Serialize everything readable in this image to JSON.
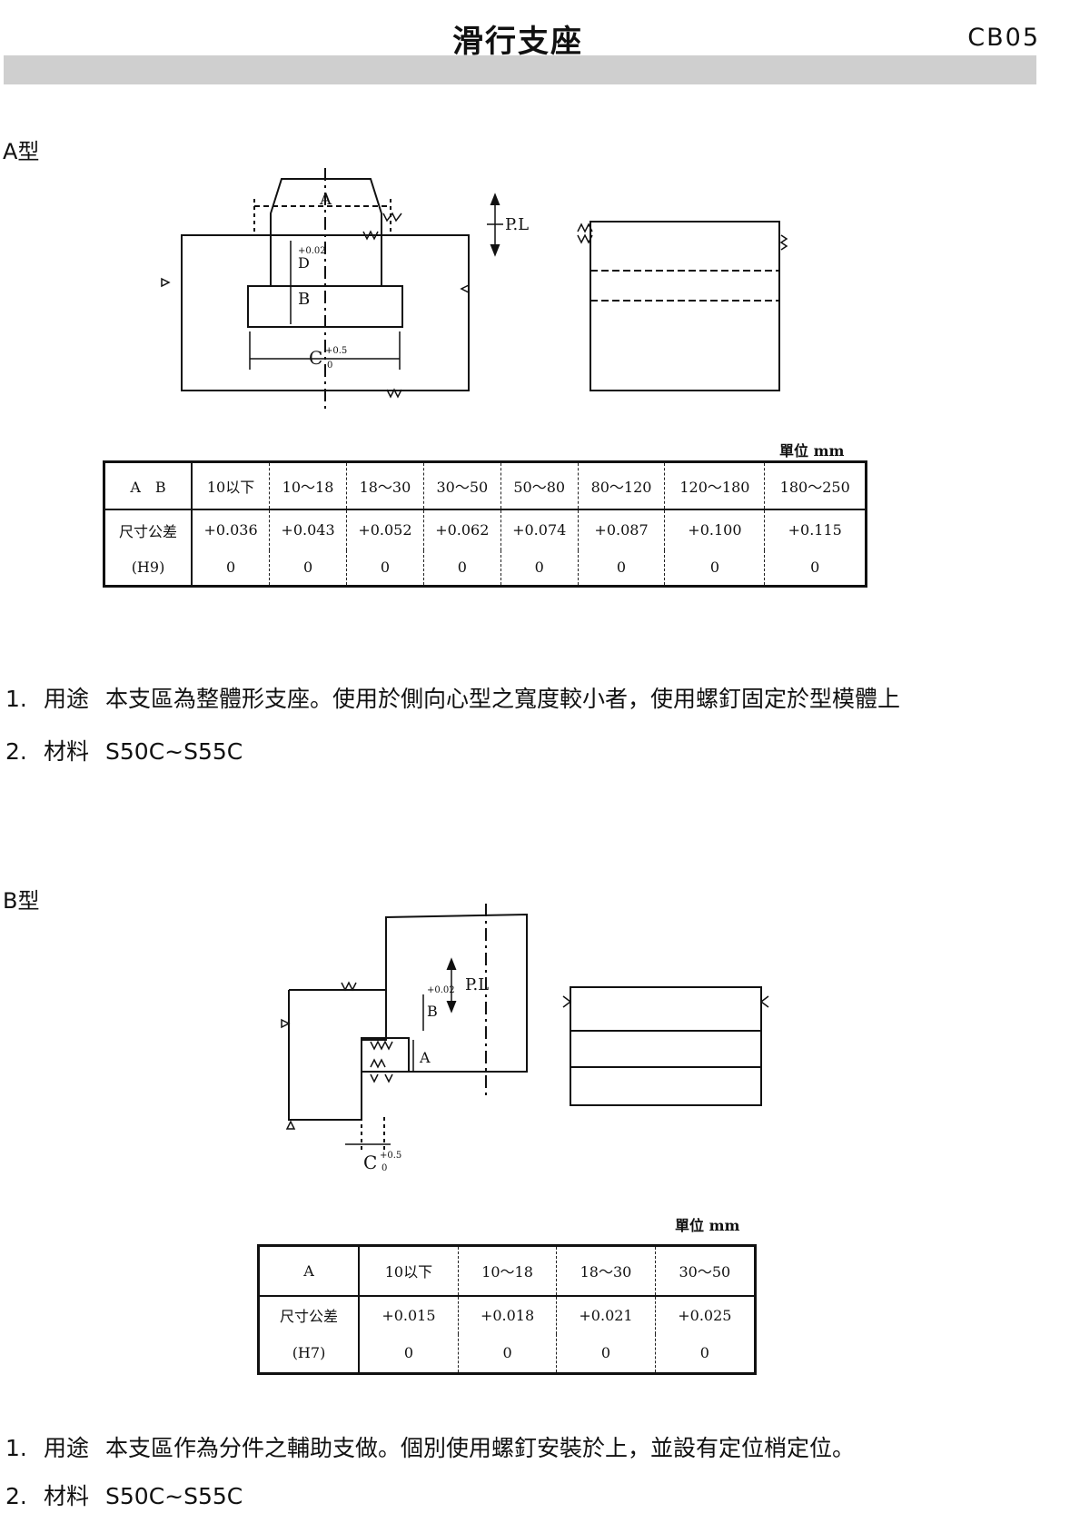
{
  "header": {
    "title": "滑行支座",
    "code": "CB05"
  },
  "section_a": {
    "label": "A型",
    "drawing": {
      "dim_a": "A",
      "dim_b": "B",
      "dim_d": "D",
      "tol_d": "+0.02",
      "dim_c": "C",
      "tol_c_upper": "+0.5",
      "tol_c_lower": "0",
      "parting_line": "P.L"
    },
    "unit": "單位 mm",
    "table": {
      "header": [
        "A　B",
        "10以下",
        "10～18",
        "18～30",
        "30～50",
        "50～80",
        "80～120",
        "120～180",
        "180～250"
      ],
      "row_label_1": "尺寸公差",
      "row_label_2": "(H9)",
      "upper": [
        "+0.036",
        "+0.043",
        "+0.052",
        "+0.062",
        "+0.074",
        "+0.087",
        "+0.100",
        "+0.115"
      ],
      "lower": [
        "0",
        "0",
        "0",
        "0",
        "0",
        "0",
        "0",
        "0"
      ]
    },
    "notes": [
      {
        "num": "1.",
        "key": "用途",
        "text": "本支區為整體形支座。使用於側向心型之寬度較小者，使用螺釘固定於型模體上"
      },
      {
        "num": "2.",
        "key": "材料",
        "text": "S50C~S55C"
      }
    ]
  },
  "section_b": {
    "label": "B型",
    "drawing": {
      "dim_a": "A",
      "dim_b": "B",
      "tol_b": "+0.02",
      "dim_c": "C",
      "tol_c_upper": "+0.5",
      "tol_c_lower": "0",
      "parting_line": "P.L"
    },
    "unit": "單位 mm",
    "table": {
      "header": [
        "A",
        "10以下",
        "10～18",
        "18～30",
        "30～50"
      ],
      "row_label_1": "尺寸公差",
      "row_label_2": "(H7)",
      "upper": [
        "+0.015",
        "+0.018",
        "+0.021",
        "+0.025"
      ],
      "lower": [
        "0",
        "0",
        "0",
        "0"
      ]
    },
    "notes": [
      {
        "num": "1.",
        "key": "用途",
        "text": "本支區作為分件之輔助支做。個別使用螺釘安裝於上，並設有定位梢定位。"
      },
      {
        "num": "2.",
        "key": "材料",
        "text": "S50C~S55C"
      }
    ]
  }
}
